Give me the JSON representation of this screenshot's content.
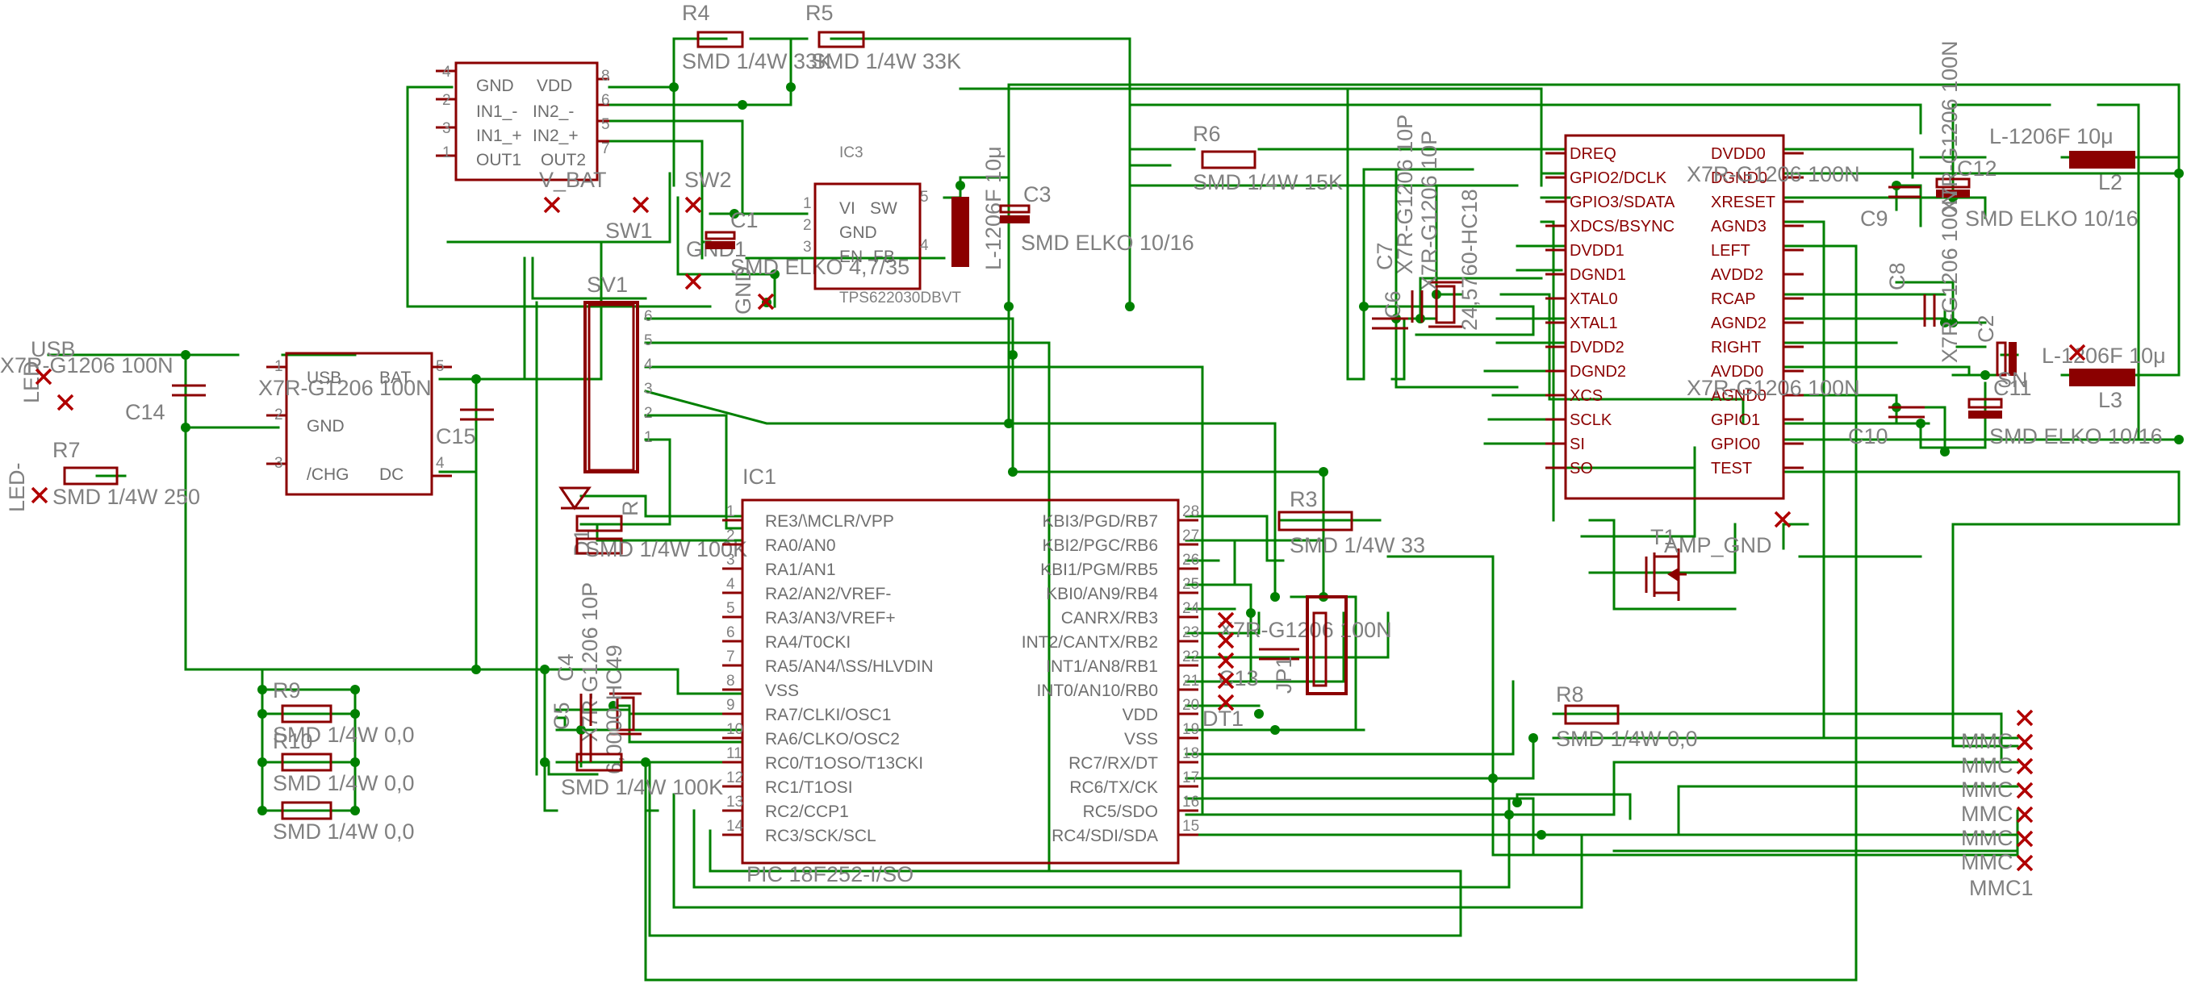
{
  "ic1": {
    "name": "IC1",
    "value": "PIC 18F252-I/SO",
    "left_pins": [
      {
        "n": "1",
        "label": "RE3/\\MCLR/VPP"
      },
      {
        "n": "2",
        "label": "RA0/AN0"
      },
      {
        "n": "3",
        "label": "RA1/AN1"
      },
      {
        "n": "4",
        "label": "RA2/AN2/VREF-"
      },
      {
        "n": "5",
        "label": "RA3/AN3/VREF+"
      },
      {
        "n": "6",
        "label": "RA4/T0CKI"
      },
      {
        "n": "7",
        "label": "RA5/AN4/\\SS/HLVDIN"
      },
      {
        "n": "8",
        "label": "VSS"
      },
      {
        "n": "9",
        "label": "RA7/CLKI/OSC1"
      },
      {
        "n": "10",
        "label": "RA6/CLKO/OSC2"
      },
      {
        "n": "11",
        "label": "RC0/T1OSO/T13CKI"
      },
      {
        "n": "12",
        "label": "RC1/T1OSI"
      },
      {
        "n": "13",
        "label": "RC2/CCP1"
      },
      {
        "n": "14",
        "label": "RC3/SCK/SCL"
      }
    ],
    "right_pins": [
      {
        "n": "28",
        "label": "KBI3/PGD/RB7"
      },
      {
        "n": "27",
        "label": "KBI2/PGC/RB6"
      },
      {
        "n": "26",
        "label": "KBI1/PGM/RB5"
      },
      {
        "n": "25",
        "label": "KBI0/AN9/RB4"
      },
      {
        "n": "24",
        "label": "CANRX/RB3"
      },
      {
        "n": "23",
        "label": "INT2/CANTX/RB2"
      },
      {
        "n": "22",
        "label": "INT1/AN8/RB1"
      },
      {
        "n": "21",
        "label": "INT0/AN10/RB0"
      },
      {
        "n": "20",
        "label": "VDD"
      },
      {
        "n": "19",
        "label": "VSS"
      },
      {
        "n": "18",
        "label": "RC7/RX/DT"
      },
      {
        "n": "17",
        "label": "RC6/TX/CK"
      },
      {
        "n": "16",
        "label": "RC5/SDO"
      },
      {
        "n": "15",
        "label": "RC4/SDI/SDA"
      }
    ]
  },
  "ic3": {
    "name": "IC3",
    "value": "TPS622030DBVT",
    "pins_left": [
      "VI",
      "GND",
      "EN"
    ],
    "pins_left_nums": [
      "1",
      "2",
      "3"
    ],
    "pins_right": [
      "SW",
      "FB"
    ],
    "pins_right_nums": [
      "5",
      "4"
    ]
  },
  "opamp": {
    "left": [
      "GND",
      "IN1_-",
      "IN1_+",
      "OUT1"
    ],
    "right": [
      "VDD",
      "IN2_-",
      "IN2_+",
      "OUT2"
    ],
    "left_nums": [
      "4",
      "2",
      "3",
      "1"
    ],
    "right_nums": [
      "8",
      "6",
      "5",
      "7"
    ]
  },
  "charger": {
    "labels": [
      "USB",
      "BAT",
      "GND",
      "/CHG",
      "DC"
    ],
    "nums": [
      "1",
      "5",
      "2",
      "3",
      "4"
    ]
  },
  "vs": {
    "left": [
      "DREQ",
      "GPIO2/DCLK",
      "GPIO3/SDATA",
      "XDCS/BSYNC",
      "DVDD1",
      "DGND1",
      "XTAL0",
      "XTAL1",
      "DVDD2",
      "DGND2",
      "XCS",
      "SCLK",
      "SI",
      "SO"
    ],
    "right": [
      "DVDD0",
      "DGND0",
      "XRESET",
      "AGND3",
      "LEFT",
      "AVDD2",
      "RCAP",
      "AGND2",
      "RIGHT",
      "AVDD0",
      "AGND0",
      "GPIO1",
      "GPIO0",
      "TEST"
    ]
  },
  "sv1": {
    "name": "SV1",
    "pins": [
      "6",
      "5",
      "4",
      "3",
      "2",
      "1"
    ]
  },
  "labels": {
    "r4_name": "R4",
    "r4_val": "SMD 1/4W 33K",
    "r5_name": "R5",
    "r5_val": "SMD 1/4W 33K",
    "r6_name": "R6",
    "r6_val": "SMD 1/4W 15K",
    "r7_name": "R7",
    "r7_val": "SMD 1/4W 250",
    "r3_name": "R3",
    "r3_val": "SMD 1/4W 33",
    "r8_name": "R8",
    "r8_val": "SMD 1/4W 0,0",
    "r9_name": "R9",
    "r9_val": "SMD 1/4W 0,0",
    "r10_name": "R10",
    "r10_val": "SMD 1/4W 0,0",
    "r11_val": "SMD 1/4W 0,0",
    "r1_val": "SMD 1/4W 100K",
    "r2_val": "SMD 1/4W 100K",
    "r_name": "R",
    "vbat": "V_BAT",
    "sw1": "SW1",
    "sw2": "SW2",
    "gnd1": "GND1",
    "gnd": "GND",
    "c1": "C1",
    "c3": "C3",
    "c3_val": "SMD ELKO 10/16",
    "c1_val": "SMD ELKO 4,7/35",
    "l1_val": "L-1206F 10μ",
    "c14": "C14",
    "c14_val": "X7R-G1206 100N",
    "c15": "C15",
    "c15_val": "X7R-G1206 100N",
    "usb": "USB",
    "usb_val": "X7R-G1206 100N",
    "led": "LED",
    "led_minus": "LED-",
    "d1": "D1",
    "jp1": "JP1",
    "q1_val": "6,0000-HC49",
    "q2_val": "24,5760-HC18",
    "c4": "C4",
    "c5": "C5",
    "c6": "C6",
    "c7": "C7",
    "c13": "C13",
    "c13_val": "X7R-G1206 100N",
    "c4_val": "X7R-G1206 10P",
    "c6_val": "X7R-G1206 10P",
    "c7_val": "X7R-G1206 10P",
    "c9": "C9",
    "c9_val": "X7R-G1206 100N",
    "c12": "C12",
    "c12_val": "X7R-G1206 100N",
    "c2": "C2",
    "c11": "C11",
    "c11_val": "SMD ELKO 10/16",
    "c2_val": "SMD ELKO 10/16",
    "c8": "C8",
    "c10": "C10",
    "c10_val": "X7R-G1206 100N",
    "l2": "L2",
    "l2_val": "L-1206F 10μ",
    "l3": "L3",
    "l3_val": "L-1206F 10μ",
    "sn": "SN",
    "t1": "T1",
    "amp_gnd": "AMP_GND",
    "dt1": "DT1",
    "mmc": "MMC",
    "mmc1": "MMC1"
  }
}
